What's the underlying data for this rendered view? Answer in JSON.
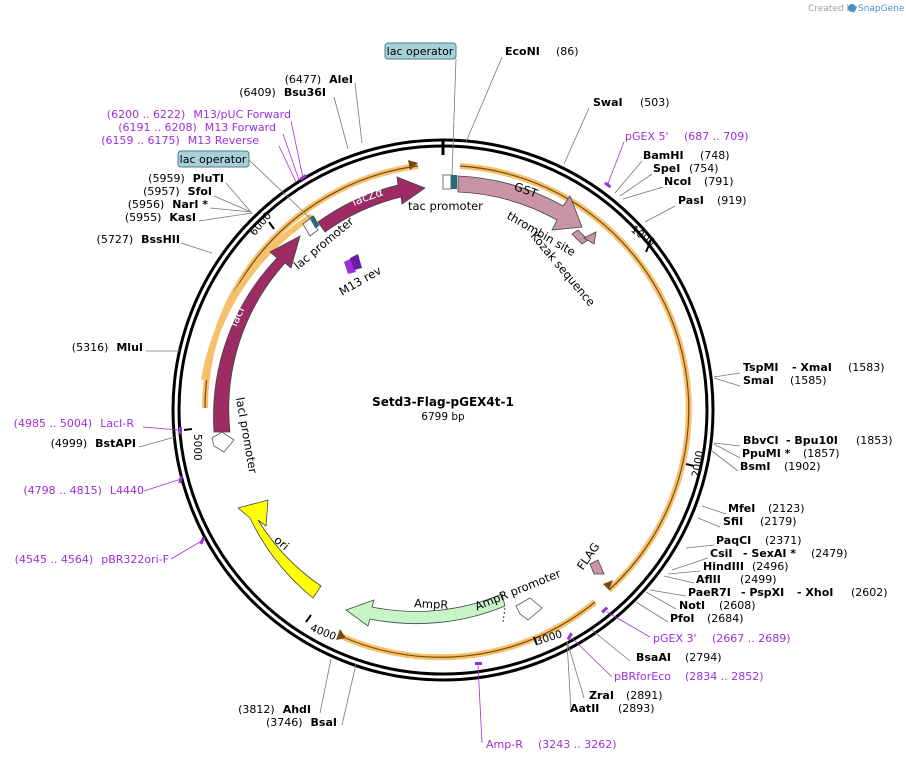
{
  "credit": {
    "prefix": "Created by",
    "brand": "SnapGene"
  },
  "plasmid": {
    "name": "Setd3-Flag-pGEX4t-1",
    "size": "6799 bp"
  },
  "ring_ticks": [
    "1000",
    "2000",
    "3000",
    "4000",
    "5000",
    "6000"
  ],
  "badges": [
    "lac operator",
    "lac operator"
  ],
  "features": [
    {
      "label": "GST",
      "color": "#c993a8"
    },
    {
      "label": "lacZα",
      "color": "#9c2c63"
    },
    {
      "label": "lacI",
      "color": "#9c2c63"
    },
    {
      "label": "AmpR",
      "color": "#c8f5c8"
    },
    {
      "label": "ori",
      "color": "#ffff00"
    },
    {
      "label": "FLAG",
      "color": "#c993a8"
    },
    {
      "label": "thrombin site",
      "color": "#c993a8"
    },
    {
      "label": "tac promoter",
      "color": "#ffffff"
    },
    {
      "label": "lac promoter",
      "color": "#ffffff"
    },
    {
      "label": "lacI promoter",
      "color": "#ffffff"
    },
    {
      "label": "AmpR promoter",
      "color": "#ffffff"
    },
    {
      "label": "Kozak sequence",
      "color": "#ffffff"
    },
    {
      "label": "M13 rev",
      "color": "#9b30d9"
    }
  ],
  "sites": [
    {
      "name": "EcoNI",
      "pos": "(86)"
    },
    {
      "name": "SwaI",
      "pos": "(503)"
    },
    {
      "name": "BamHI",
      "pos": "(748)"
    },
    {
      "name": "SpeI",
      "pos": "(754)"
    },
    {
      "name": "NcoI",
      "pos": "(791)"
    },
    {
      "name": "PasI",
      "pos": "(919)"
    },
    {
      "name": "TspMI",
      "mid": "- XmaI",
      "pos": "(1583)"
    },
    {
      "name": "SmaI",
      "pos": "(1585)"
    },
    {
      "name": "BbvCI",
      "mid": "- Bpu10I",
      "pos": "(1853)"
    },
    {
      "name": "PpuMI *",
      "pos": "(1857)"
    },
    {
      "name": "BsmI",
      "pos": "(1902)"
    },
    {
      "name": "MfeI",
      "pos": "(2123)"
    },
    {
      "name": "SfiI",
      "pos": "(2179)"
    },
    {
      "name": "PaqCI",
      "pos": "(2371)"
    },
    {
      "name": "CsiI",
      "mid": "- SexAI *",
      "pos": "(2479)"
    },
    {
      "name": "HindIII",
      "pos": "(2496)"
    },
    {
      "name": "AflII",
      "pos": "(2499)"
    },
    {
      "name": "PaeR7I",
      "mid": "- PspXI",
      "mid2": "- XhoI",
      "pos": "(2602)"
    },
    {
      "name": "NotI",
      "pos": "(2608)"
    },
    {
      "name": "PfoI",
      "pos": "(2684)"
    },
    {
      "name": "BsaAI",
      "pos": "(2794)"
    },
    {
      "name": "ZraI",
      "pos": "(2891)"
    },
    {
      "name": "AatII",
      "pos": "(2893)"
    },
    {
      "name": "AhdI",
      "pos": "(3812)"
    },
    {
      "name": "BsaI",
      "pos": "(3746)"
    },
    {
      "name": "BstAPI",
      "pos": "(4999)"
    },
    {
      "name": "MluI",
      "pos": "(5316)"
    },
    {
      "name": "BssHII",
      "pos": "(5727)"
    },
    {
      "name": "PluTI",
      "pos": "(5959)"
    },
    {
      "name": "SfoI",
      "pos": "(5957)"
    },
    {
      "name": "NarI *",
      "pos": "(5956)"
    },
    {
      "name": "KasI",
      "pos": "(5955)"
    },
    {
      "name": "AleI",
      "pos": "(6477)"
    },
    {
      "name": "Bsu36I",
      "pos": "(6409)"
    }
  ],
  "primers": [
    {
      "range": "(6200 .. 6222)",
      "name": "M13/pUC Forward"
    },
    {
      "range": "(6191 .. 6208)",
      "name": "M13 Forward"
    },
    {
      "range": "(6159 .. 6175)",
      "name": "M13 Reverse"
    },
    {
      "name": "pGEX 5'",
      "range": "(687 .. 709)"
    },
    {
      "name": "pGEX 3'",
      "range": "(2667 .. 2689)"
    },
    {
      "name": "pBRforEco",
      "range": "(2834 .. 2852)"
    },
    {
      "name": "Amp-R",
      "range": "(3243 .. 3262)"
    },
    {
      "range": "(4985 .. 5004)",
      "name": "LacI-R"
    },
    {
      "range": "(4798 .. 4815)",
      "name": "L4440"
    },
    {
      "range": "(4545 .. 4564)",
      "name": "pBR322ori-F"
    }
  ]
}
